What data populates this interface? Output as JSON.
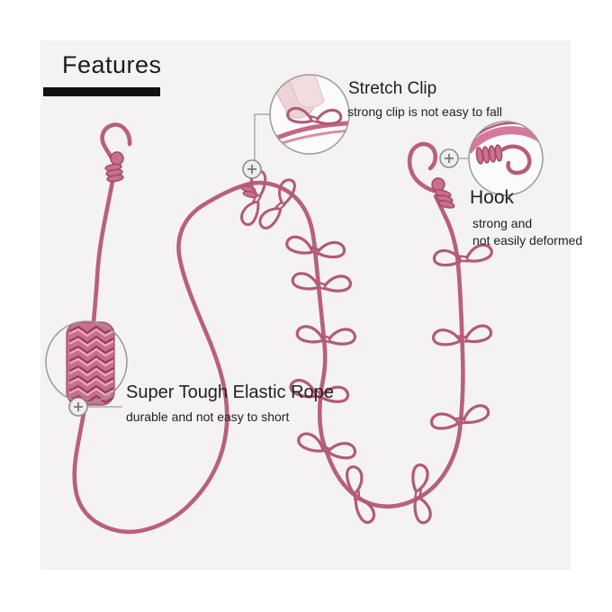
{
  "header": {
    "title": "Features"
  },
  "annotations": {
    "stretch_clip": {
      "title": "Stretch Clip",
      "description": "strong clip is not easy to fall"
    },
    "hook": {
      "title": "Hook",
      "description_line1": "strong and",
      "description_line2": "not easily deformed"
    },
    "elastic_rope": {
      "title": "Super Tough Elastic Rope",
      "description": "durable and not easy to short"
    }
  },
  "icons": {
    "zoom_marker": "plus-in-circle",
    "callout": "magnifier-zoom-circle"
  },
  "colors": {
    "photo_background": "#f4f3f1",
    "rope_pink": "#b9607b",
    "rope_dark": "#a04763",
    "rope_light": "#d88ea6",
    "coil_fill": "#c96f8c",
    "skin": "#eed3d6",
    "callout_border": "#9a9a9a",
    "text": "#222222",
    "title_bar": "#111111"
  }
}
